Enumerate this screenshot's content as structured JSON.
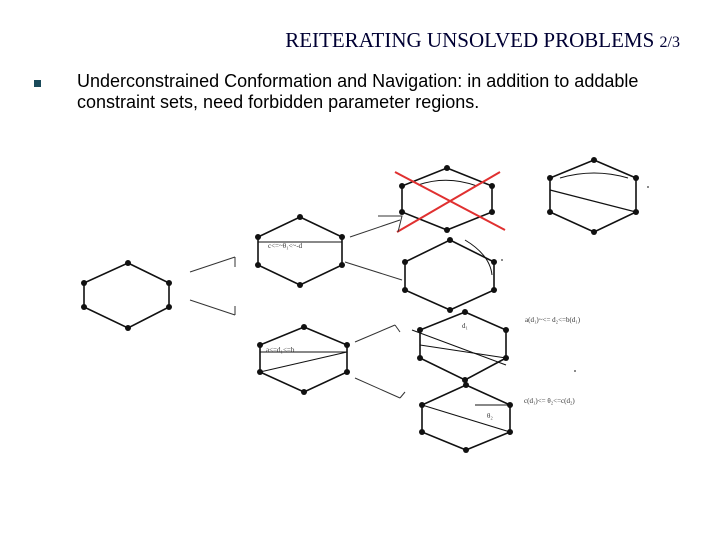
{
  "slide": {
    "title": "REITERATING UNSOLVED PROBLEMS",
    "page_indicator": "2/3",
    "bullet": {
      "text": "Underconstrained Conformation and Navigation: in addition to addable constraint sets, need forbidden parameter regions."
    }
  },
  "diagram": {
    "labels": {
      "c_theta_d": "c<=~θ₁<~-d",
      "a_d1_b": "a(d₁)~<= d₂<=b(d₁)",
      "a_b": "a<=d₁<=b",
      "d1": "d₁",
      "c_d_theta": "c(d₁)<= θ₂<=c(d₂)",
      "theta2": "θ₂"
    }
  }
}
